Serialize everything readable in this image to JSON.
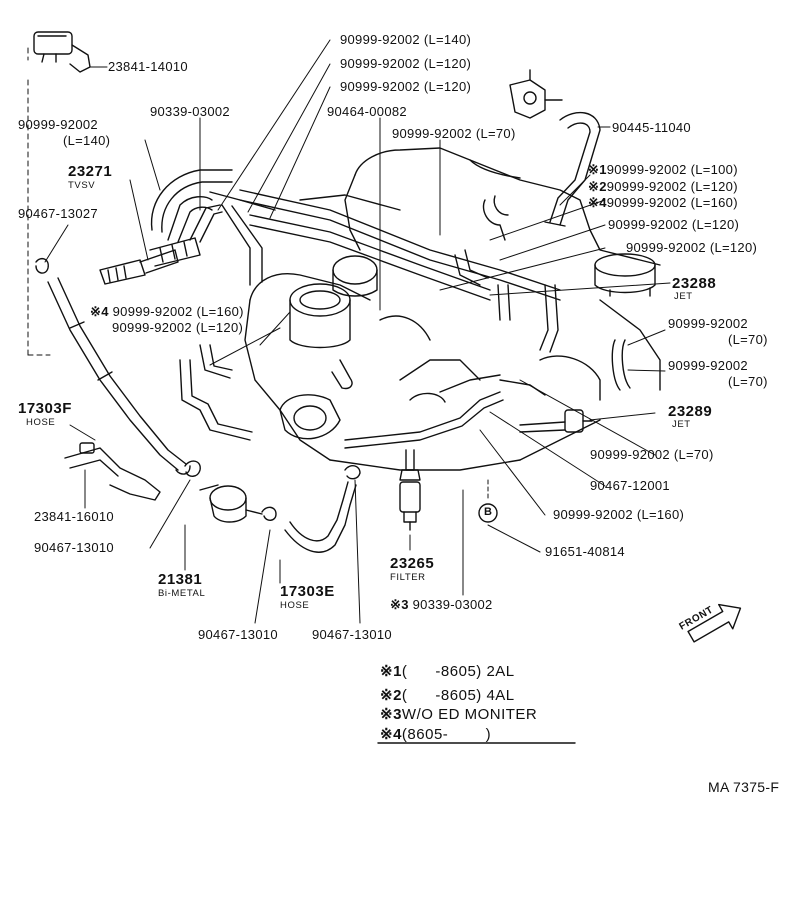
{
  "drawing_code": "MA 7375-F",
  "front_label": "FRONT",
  "circle_marker": "B",
  "notes": [
    {
      "mark": "※1",
      "text": "(      -8605) 2AL"
    },
    {
      "mark": "※2",
      "text": "(      -8605) 4AL"
    },
    {
      "mark": "※3",
      "text": "W/O ED MONITER"
    },
    {
      "mark": "※4",
      "text": "(8605-        )"
    }
  ],
  "callouts": {
    "p_23841_14010": "23841-14010",
    "p_90999_l140_top": "90999-92002 (L=140)",
    "p_90999_l120_a": "90999-92002 (L=120)",
    "p_90999_l120_b": "90999-92002 (L=120)",
    "p_90339_03002": "90339-03002",
    "p_90464_00082": "90464-00082",
    "p_90445_11040": "90445-11040",
    "p_90999_l70_top": "90999-92002 (L=70)",
    "p_90999_left": "90999-92002",
    "p_l140_left": "(L=140)",
    "p_23271": "23271",
    "p_tvsv": "TVSV",
    "p_90467_13027": "90467-13027",
    "p_m1_mark": "※1",
    "p_m1_text": "90999-92002 (L=100)",
    "p_m2_mark": "※2",
    "p_m2_text": "90999-92002 (L=120)",
    "p_m4_mark": "※4",
    "p_m4_text": "90999-92002 (L=160)",
    "p_90999_l120_r1": "90999-92002 (L=120)",
    "p_90999_l120_r2": "90999-92002 (L=120)",
    "p_23288": "23288",
    "p_jet_1": "JET",
    "p_m4b_mark": "※4",
    "p_m4b_text": "90999-92002 (L=160)",
    "p_90999_l120_left2": "90999-92002 (L=120)",
    "p_90999_r3": "90999-92002",
    "p_l70_r3": "(L=70)",
    "p_90999_r4": "90999-92002",
    "p_l70_r4": "(L=70)",
    "p_17303f": "17303F",
    "p_hose_1": "HOSE",
    "p_23289": "23289",
    "p_jet_2": "JET",
    "p_90999_l70_mid": "90999-92002 (L=70)",
    "p_90467_12001": "90467-12001",
    "p_23841_16010": "23841-16010",
    "p_90999_l160_bot": "90999-92002 (L=160)",
    "p_90467_13010_a": "90467-13010",
    "p_91651_40814": "91651-40814",
    "p_21381": "21381",
    "p_bimetal": "Bi-METAL",
    "p_23265": "23265",
    "p_filter": "FILTER",
    "p_17303e": "17303E",
    "p_hose_2": "HOSE",
    "p_m3_mark": "※3",
    "p_m3_text": "90339-03002",
    "p_90467_13010_b": "90467-13010",
    "p_90467_13010_c": "90467-13010"
  }
}
